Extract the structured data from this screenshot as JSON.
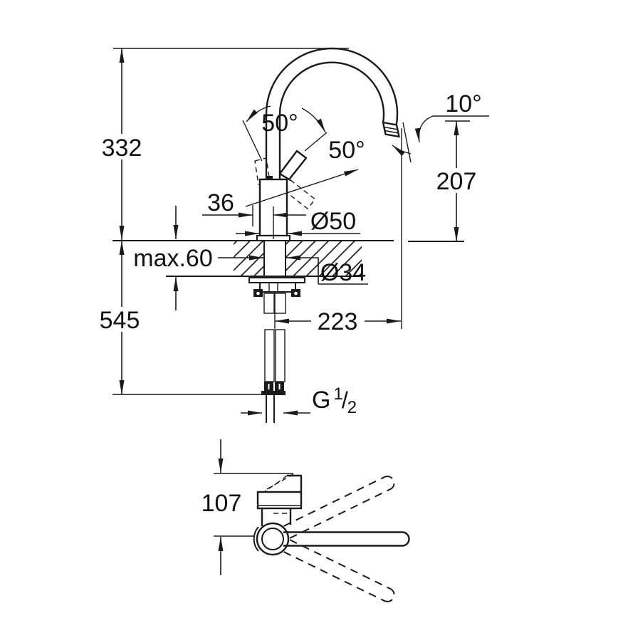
{
  "page": {
    "background": "#ffffff",
    "line_color": "#1a1a1a"
  },
  "front_view": {
    "labels": {
      "height_overall": "332",
      "height_below_deck": "545",
      "counter_thickness": "max.60",
      "handle_offset": "36",
      "body_diameter": "Ø50",
      "shank_diameter": "Ø34",
      "spout_reach": "223",
      "spout_height": "207",
      "outlet_angle": "10°",
      "lever_angle_up": "50°",
      "lever_angle_front": "50°",
      "thread": {
        "prefix": "G",
        "sup": "1",
        "slash": "/",
        "sub": "2"
      }
    }
  },
  "plan_view": {
    "labels": {
      "handle_depth": "107"
    }
  }
}
